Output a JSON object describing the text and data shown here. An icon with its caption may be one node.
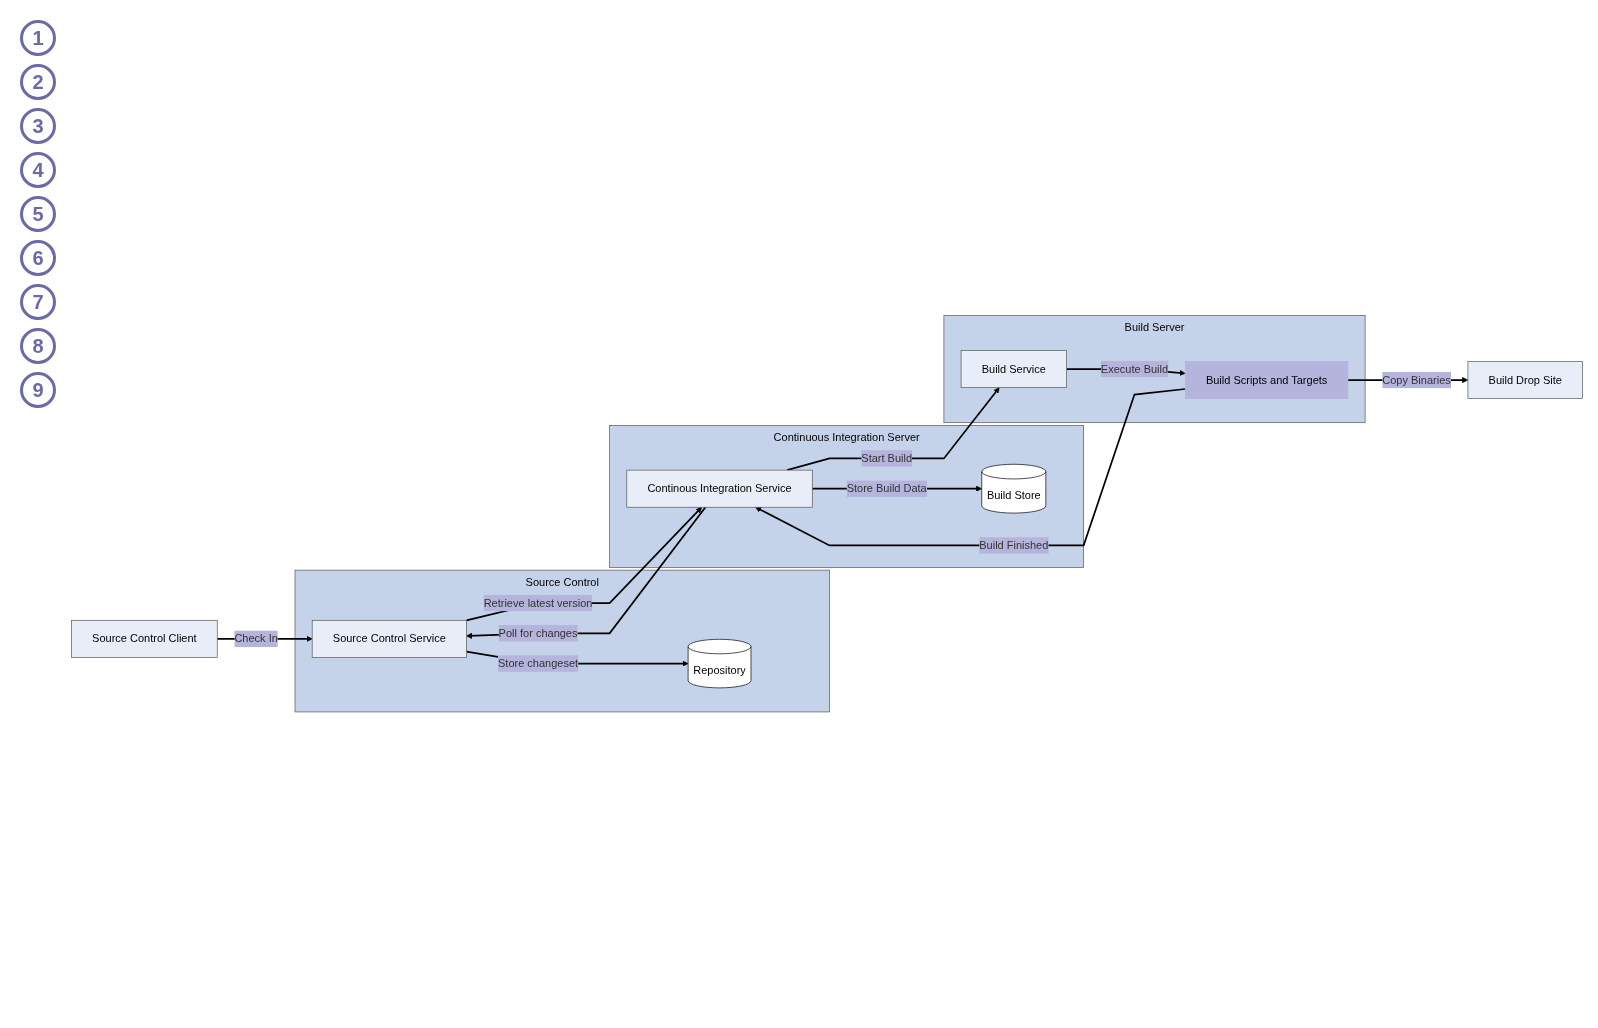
{
  "diagram": {
    "nodes": [
      {
        "text": [
          "Source Control Client"
        ]
      },
      {
        "text": [
          "Build Server"
        ]
      },
      {
        "text": [
          "Build Service"
        ],
        "in": 1
      },
      {
        "text": [
          "Build Scripts and Targets"
        ],
        "in": 1
      },
      {
        "text": [
          "Build Drop Site"
        ]
      },
      {
        "text": [
          "Source Control"
        ]
      },
      {
        "text": [
          "Source Control Service"
        ],
        "in": 5
      },
      {
        "text": [
          "Repository"
        ],
        "in": 5
      },
      {
        "text": [
          "Continuous Integration Server"
        ]
      },
      {
        "text": [
          "Continous Integration Service"
        ],
        "in": 8
      },
      {
        "text": [
          "Build Store"
        ],
        "in": 8
      }
    ],
    "edges": [
      {
        "from": 0,
        "to": 6,
        "arrow": "to",
        "label": "Check In"
      },
      {
        "from": 6,
        "to": 7,
        "arrow": "to",
        "label": "Store changeset"
      },
      {
        "from": 9,
        "to": 6,
        "arrow": "to",
        "label": "Poll for changes"
      },
      {
        "from": 6,
        "to": 9,
        "arrow": "to",
        "label": "Retrieve latest version"
      },
      {
        "from": 9,
        "to": 2,
        "arrow": "to",
        "label": "Start Build"
      },
      {
        "from": 2,
        "to": 3,
        "arrow": "to",
        "label": "Execute Build"
      },
      {
        "from": 3,
        "to": 4,
        "arrow": "to",
        "label": "Copy Binaries"
      },
      {
        "from": 3,
        "to": 9,
        "arrow": "to",
        "label": "Build Finished"
      },
      {
        "from": 9,
        "to": 10,
        "arrow": "to",
        "label": "Store Build Data"
      }
    ],
    "labels": [
      "1",
      "2",
      "3",
      "4",
      "5",
      "6",
      "7",
      "8",
      "9"
    ]
  }
}
